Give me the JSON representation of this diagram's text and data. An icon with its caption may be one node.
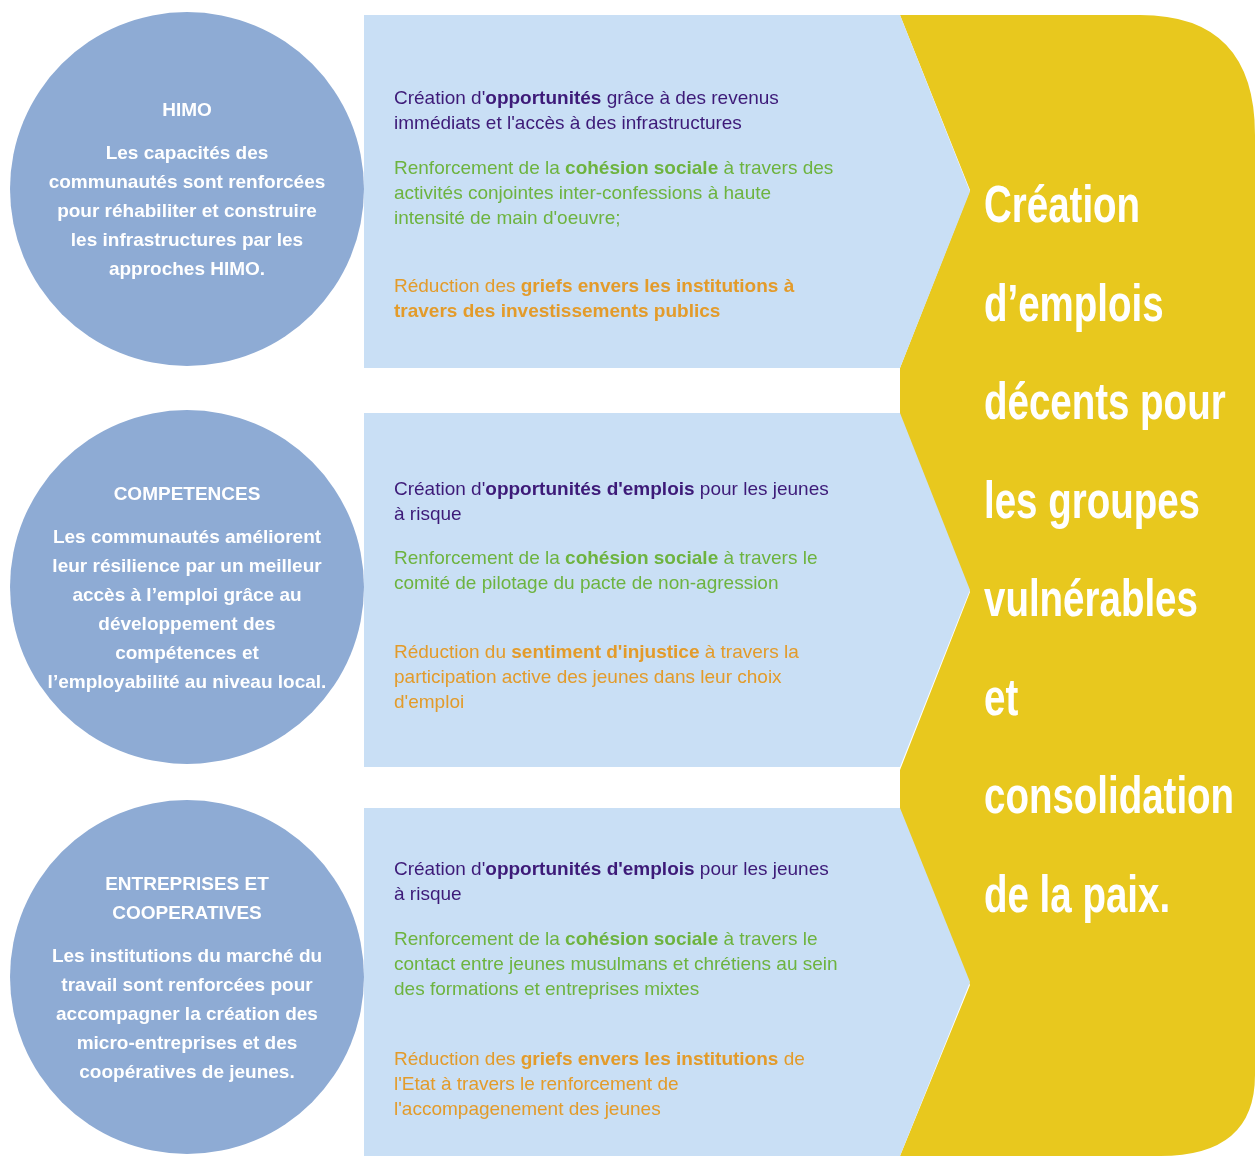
{
  "diagram": {
    "nodes": [
      {
        "text": [
          "HIMO",
          "Les capacités des communautés sont renforcées pour réhabiliter et construire les infrastructures par les approches HIMO."
        ]
      },
      {
        "text": [
          "Création d'**opportunités** grâce à des revenus immédiats et l'accès à des infrastructures",
          "Renforcement de la **cohésion sociale** à travers des activités conjointes inter-confessions à haute intensité de main d'oeuvre;",
          "Réduction des **griefs envers les institutions à travers des investissements publics**"
        ]
      },
      {
        "text": [
          "COMPETENCES",
          "Les communautés améliorent leur résilience par un meilleur accès à l’emploi grâce au développement des compétences et l’employabilité au niveau local."
        ]
      },
      {
        "text": [
          "Création d'**opportunités d'emplois** pour les jeunes à risque",
          "Renforcement de la **cohésion sociale** à travers le comité de pilotage du pacte de non-agression",
          "Réduction du **sentiment d'injustice** à travers la participation active des jeunes dans leur choix d'emploi"
        ]
      },
      {
        "text": [
          "ENTREPRISES ET COOPERATIVES",
          "Les institutions du marché du travail sont renforcées pour accompagner la création des micro-entreprises et des coopératives de jeunes."
        ]
      },
      {
        "text": [
          "Création d'**opportunités d'emplois** pour les jeunes à risque",
          "Renforcement de la **cohésion sociale** à travers le contact entre jeunes musulmans et chrétiens au sein des formations et entreprises mixtes",
          "Réduction des **griefs envers les institutions** de l'Etat à travers le renforcement de l'accompagenement des jeunes"
        ]
      },
      {
        "text": [
          "Création d’emplois décents pour les groupes vulnérables et consolidation de la paix."
        ]
      }
    ]
  }
}
